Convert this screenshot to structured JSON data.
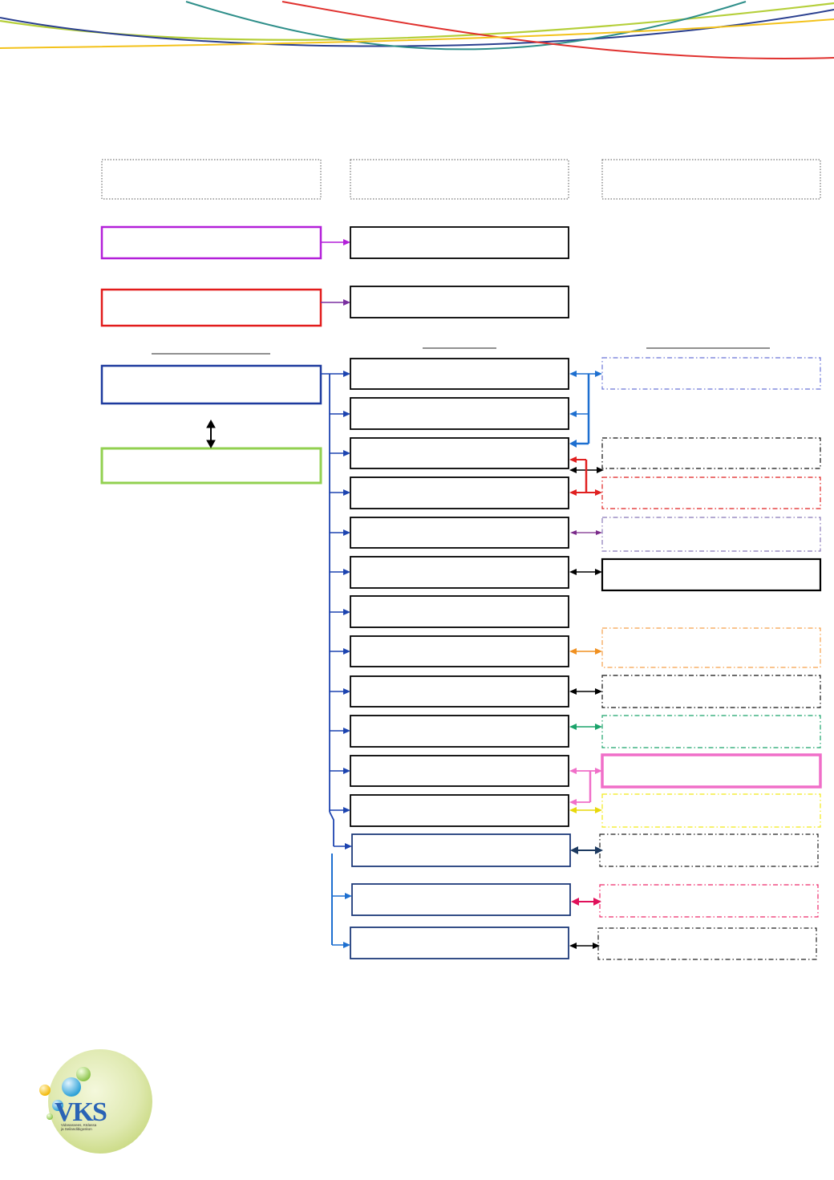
{
  "header": {
    "swoosh_colors": [
      "#b5cf3a",
      "#2a3f8f",
      "#e0312e",
      "#2f8f8a",
      "#f3c21b"
    ]
  },
  "diagram": {
    "column_headers": [
      "",
      "",
      ""
    ],
    "column_titles": [
      "",
      "",
      ""
    ],
    "left_boxes": [
      {
        "label": "",
        "color": "#b31fd9"
      },
      {
        "label": "",
        "color": "#e21b1b"
      },
      {
        "label": "",
        "color": "#1d3a9e"
      },
      {
        "label": "",
        "color": "#92d050"
      }
    ],
    "middle_boxes": [
      {
        "label": ""
      },
      {
        "label": ""
      },
      {
        "label": ""
      },
      {
        "label": ""
      },
      {
        "label": ""
      },
      {
        "label": ""
      },
      {
        "label": ""
      },
      {
        "label": ""
      },
      {
        "label": ""
      },
      {
        "label": ""
      },
      {
        "label": ""
      },
      {
        "label": ""
      },
      {
        "label": ""
      },
      {
        "label": ""
      },
      {
        "label": ""
      },
      {
        "label": ""
      },
      {
        "label": ""
      }
    ],
    "right_boxes": [
      {
        "label": "",
        "color": "#6a75d8"
      },
      {
        "label": "",
        "color": "#111111"
      },
      {
        "label": "",
        "color": "#e02020"
      },
      {
        "label": "",
        "color": "#8878b8"
      },
      {
        "label": "",
        "color": "#000000"
      },
      {
        "label": "",
        "color": "#f5a04a"
      },
      {
        "label": "",
        "color": "#111111"
      },
      {
        "label": "",
        "color": "#1aa36a"
      },
      {
        "label": "",
        "color": "#f06ec8"
      },
      {
        "label": "",
        "color": "#f2ea16"
      },
      {
        "label": "",
        "color": "#222222"
      },
      {
        "label": "",
        "color": "#ee2a6a"
      },
      {
        "label": "",
        "color": "#222222"
      }
    ]
  },
  "logo": {
    "text": "VKS",
    "tagline_1": "Vidəsasvees, Ktdassa",
    "tagline_2": "ja Seilandibigoskon"
  }
}
